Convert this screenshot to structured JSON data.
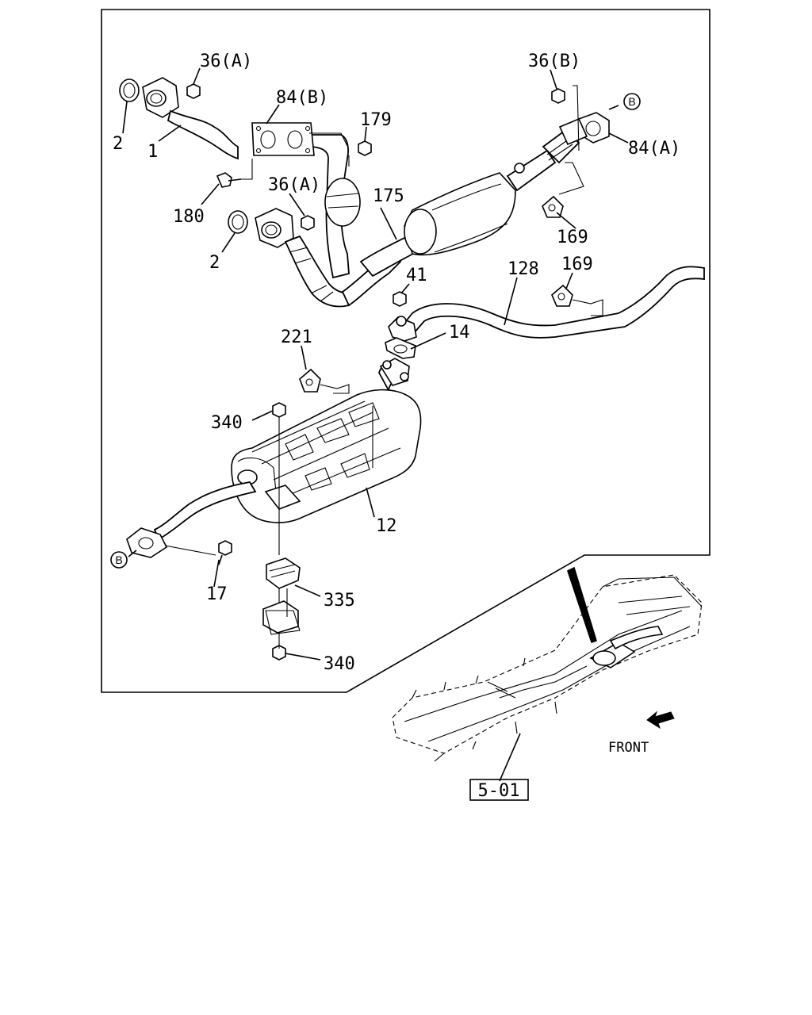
{
  "callouts": {
    "c36a_top": "36(A)",
    "c36b": "36(B)",
    "c84b": "84(B)",
    "c179": "179",
    "c2_top": "2",
    "c1": "1",
    "c84a": "84(A)",
    "c36a_mid": "36(A)",
    "c175": "175",
    "c180": "180",
    "c169_top": "169",
    "c2_mid": "2",
    "c41": "41",
    "c128": "128",
    "c169_mid": "169",
    "c14": "14",
    "c221": "221",
    "c340_top": "340",
    "c12": "12",
    "c17": "17",
    "c335": "335",
    "c340_bot": "340"
  },
  "connectors": {
    "b_right": "B",
    "b_left": "B"
  },
  "front_label": "FRONT",
  "reference": "5-01"
}
